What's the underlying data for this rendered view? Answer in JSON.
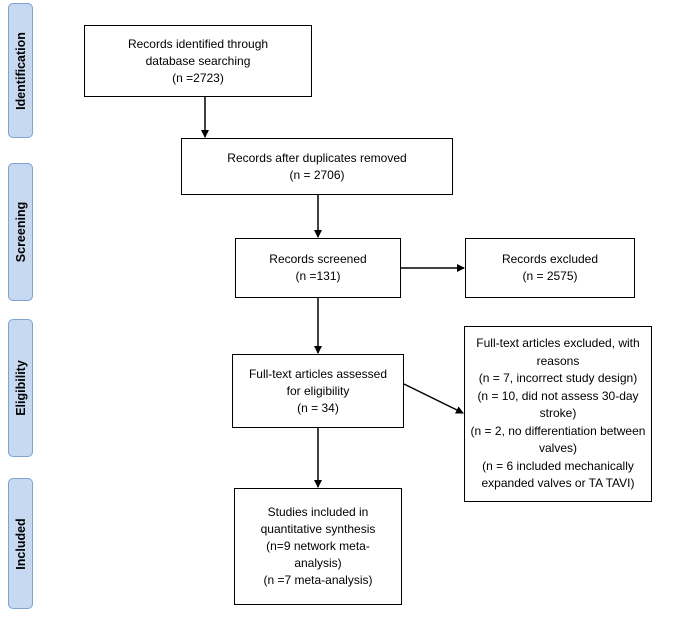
{
  "phases": {
    "identification": "Identification",
    "screening": "Screening",
    "eligibility": "Eligibility",
    "included": "Included"
  },
  "boxes": {
    "identified": {
      "lines": [
        "Records identified through",
        "database searching",
        "(n =2723)"
      ]
    },
    "after_duplicates": {
      "lines": [
        "Records after duplicates removed",
        "(n = 2706)"
      ]
    },
    "screened": {
      "lines": [
        "Records screened",
        "(n =131)"
      ]
    },
    "excluded": {
      "lines": [
        "Records excluded",
        "(n = 2575)"
      ]
    },
    "fulltext_assessed": {
      "lines": [
        "Full-text articles assessed",
        "for eligibility",
        "(n = 34)"
      ]
    },
    "fulltext_excluded": {
      "lines": [
        "Full-text articles excluded, with",
        "reasons",
        "(n = 7, incorrect study design)",
        "(n = 10, did not assess 30-day",
        "stroke)",
        "(n = 2, no differentiation between",
        "valves)",
        "(n = 6 included mechanically",
        "expanded valves or TA TAVI)"
      ]
    },
    "included": {
      "lines": [
        "Studies included in",
        "quantitative synthesis",
        "(n=9 network meta-",
        "analysis)",
        "(n =7 meta-analysis)"
      ]
    }
  },
  "colors": {
    "phase_fill": "#c6d9f0",
    "phase_border": "#7ea3cf",
    "box_border": "#000000"
  }
}
